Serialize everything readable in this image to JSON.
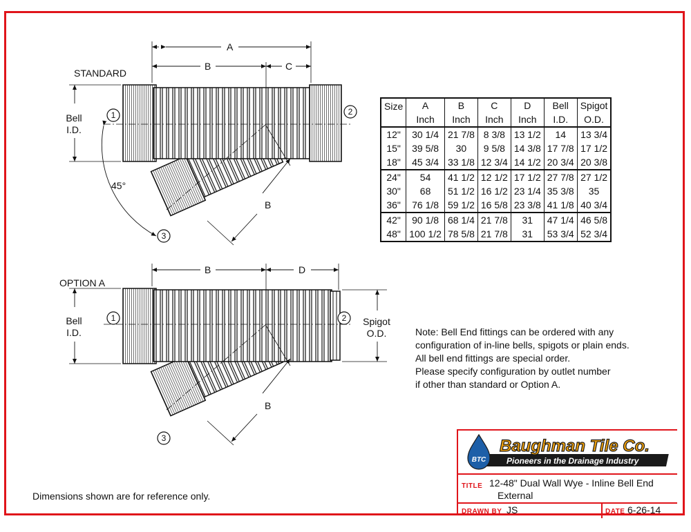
{
  "views": {
    "standard": {
      "label": "STANDARD",
      "bell_label_1": "Bell",
      "bell_label_2": "I.D.",
      "angle": "45°",
      "dim_a": "A",
      "dim_b": "B",
      "dim_c": "C",
      "dim_b_branch": "B",
      "outlet1": "1",
      "outlet2": "2",
      "outlet3": "3"
    },
    "option_a": {
      "label": "OPTION A",
      "bell_label_1": "Bell",
      "bell_label_2": "I.D.",
      "spigot_label_1": "Spigot",
      "spigot_label_2": "O.D.",
      "dim_b": "B",
      "dim_d": "D",
      "dim_b_branch": "B",
      "outlet1": "1",
      "outlet2": "2",
      "outlet3": "3"
    }
  },
  "table": {
    "headers_top": [
      "Size",
      "A",
      "B",
      "C",
      "D",
      "Bell",
      "Spigot"
    ],
    "headers_bottom": [
      "",
      "Inch",
      "Inch",
      "Inch",
      "Inch",
      "I.D.",
      "O.D."
    ],
    "groups": [
      [
        [
          "12\"",
          "30 1/4",
          "21 7/8",
          "8 3/8",
          "13 1/2",
          "14",
          "13 3/4"
        ],
        [
          "15\"",
          "39 5/8",
          "30",
          "9 5/8",
          "14 3/8",
          "17 7/8",
          "17 1/2"
        ],
        [
          "18\"",
          "45 3/4",
          "33 1/8",
          "12 3/4",
          "14 1/2",
          "20 3/4",
          "20 3/8"
        ]
      ],
      [
        [
          "24\"",
          "54",
          "41 1/2",
          "12 1/2",
          "17 1/2",
          "27 7/8",
          "27 1/2"
        ],
        [
          "30\"",
          "68",
          "51 1/2",
          "16 1/2",
          "23 1/4",
          "35 3/8",
          "35"
        ],
        [
          "36\"",
          "76 1/8",
          "59 1/2",
          "16 5/8",
          "23 3/8",
          "41 1/8",
          "40 3/4"
        ]
      ],
      [
        [
          "42\"",
          "90 1/8",
          "68 1/4",
          "21 7/8",
          "31",
          "47 1/4",
          "46 5/8"
        ],
        [
          "48\"",
          "100 1/2",
          "78 5/8",
          "21 7/8",
          "31",
          "53 3/4",
          "52 3/4"
        ]
      ]
    ]
  },
  "note": [
    "Note: Bell End fittings can be ordered with any",
    "configuration of in-line bells, spigots or plain ends.",
    "All bell end fittings are special order.",
    "Please specify configuration by outlet number",
    "if other than standard or Option A."
  ],
  "footer": "Dimensions shown are for reference only.",
  "title_block": {
    "company": "Baughman Tile Co.",
    "tagline": "Pioneers in the Drainage Industry",
    "badge": "BTC",
    "title_label": "TITLE",
    "title_line1": "12-48\" Dual Wall Wye - Inline Bell End",
    "title_line2": "External",
    "drawn_by_label": "DRAWN BY",
    "drawn_by": "JS",
    "date_label": "DATE",
    "date": "6-26-14"
  },
  "colors": {
    "border": "#e0141a",
    "logo_fill": "#f2a20c",
    "logo_dark": "#1a1a1a",
    "badge": "#1d5fa8"
  }
}
